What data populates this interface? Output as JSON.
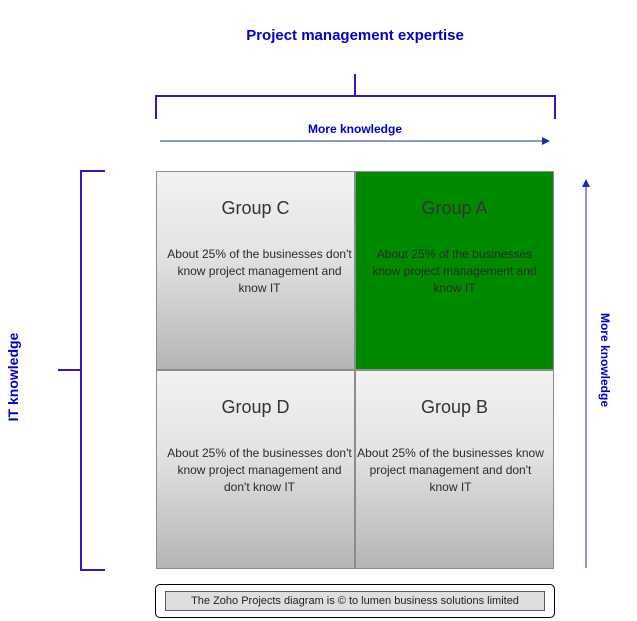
{
  "top_axis": {
    "title": "Project management expertise",
    "arrow_label": "More knowledge"
  },
  "left_axis": {
    "title": "IT knowledge"
  },
  "right_axis": {
    "arrow_label": "More knowledge"
  },
  "quadrants": [
    {
      "id": "C",
      "title": "Group C",
      "description": "About 25% of the businesses don't know project management and know IT",
      "color": "#b8b8b8"
    },
    {
      "id": "A",
      "title": "Group A",
      "description": "About 25% of the businesses know project management and know IT",
      "color": "#008a00"
    },
    {
      "id": "D",
      "title": "Group D",
      "description": "About 25% of the businesses don't know project management and don't know IT",
      "color": "#b8b8b8"
    },
    {
      "id": "B",
      "title": "Group B",
      "description": "About 25% of the businesses know project management and don't know IT",
      "color": "#b8b8b8"
    }
  ],
  "footer": {
    "text": "The Zoho Projects diagram is © to lumen business solutions limited"
  },
  "colors": {
    "axis": "#3a13c4",
    "arrow": "#1a2fb0",
    "label_text": "#0000cc"
  }
}
